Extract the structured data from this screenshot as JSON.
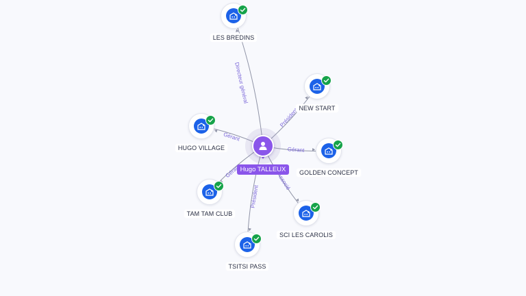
{
  "center": {
    "name": "Hugo TALLEUX",
    "icon": "person-icon",
    "color": "#8a55ea"
  },
  "companies": [
    {
      "id": "les-bredins",
      "name": "LES BREDINS",
      "role": "Directeur général",
      "icon": "building-icon",
      "status_icon": "check-icon"
    },
    {
      "id": "new-start",
      "name": "NEW START",
      "role": "Président",
      "icon": "building-icon",
      "status_icon": "check-icon"
    },
    {
      "id": "golden-concept",
      "name": "GOLDEN CONCEPT",
      "role": "Gérant",
      "icon": "building-icon",
      "status_icon": "check-icon"
    },
    {
      "id": "sci-les-carolis",
      "name": "SCI LES CAROLIS",
      "role": "Associé",
      "icon": "building-icon",
      "status_icon": "check-icon"
    },
    {
      "id": "tsitsi-pass",
      "name": "TSITSI PASS",
      "role": "Président",
      "icon": "building-icon",
      "status_icon": "check-icon"
    },
    {
      "id": "tam-tam-club",
      "name": "TAM TAM CLUB",
      "role": "Gérant",
      "icon": "building-icon",
      "status_icon": "check-icon"
    },
    {
      "id": "hugo-village",
      "name": "HUGO VILLAGE",
      "role": "Gérant",
      "icon": "building-icon",
      "status_icon": "check-icon"
    }
  ],
  "colors": {
    "company_icon": "#1c62e8",
    "verified": "#16a34a",
    "edge": "#8f93a6",
    "edge_label": "#7b67d9",
    "background": "#f8f9fd"
  }
}
